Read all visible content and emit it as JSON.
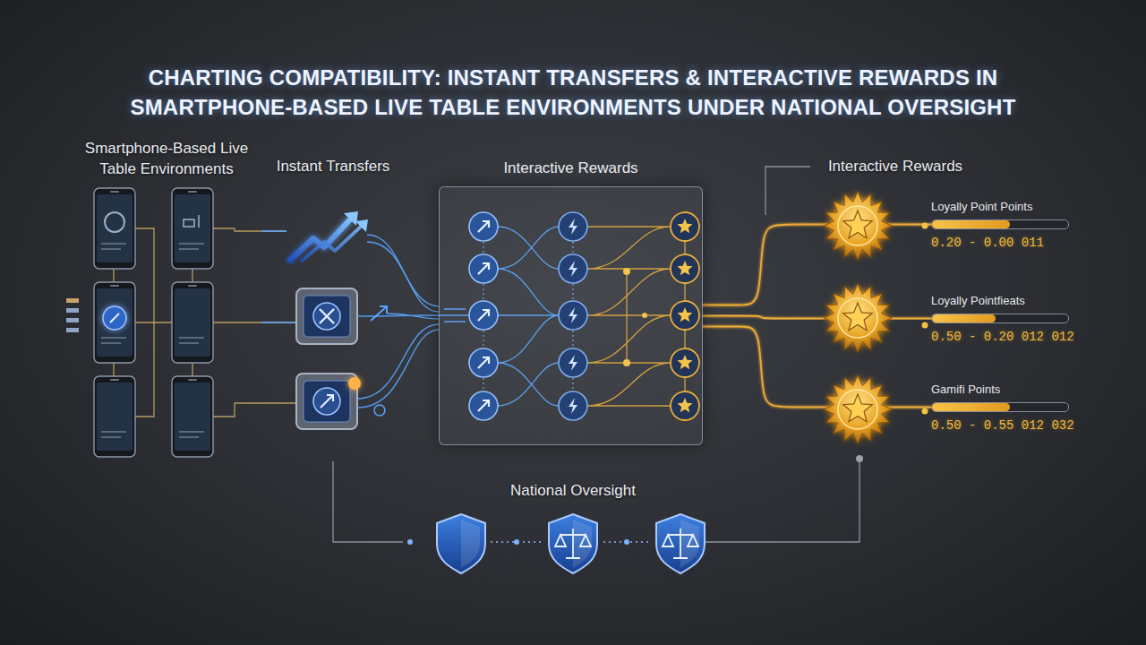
{
  "diagram": {
    "title": "CHARTING COMPATIBILITY: INSTANT TRANSFERS & INTERACTIVE REWARDS IN SMARTPHONE-BASED LIVE TABLE ENVIRONMENTS UNDER NATIONAL OVERSIGHT",
    "nodes": [
      {
        "text": [
          "Interactive Rewards"
        ]
      },
      {
        "text": [
          "Loyally Point Points",
          "0.20 - 0.00 011"
        ]
      },
      {
        "text": [
          "Loyally Pointfieats",
          "0.50 - 0.20 012 012"
        ]
      },
      {
        "text": [
          "Gamifi Points",
          "0.50 - 0.55 012 032"
        ]
      }
    ],
    "edges": [
      {
        "from": 0,
        "to": 1,
        "arrow": "none"
      },
      {
        "from": 0,
        "to": 2,
        "arrow": "none"
      },
      {
        "from": 0,
        "to": 3,
        "arrow": "none"
      }
    ],
    "labels": [
      "Smartphone-Based Live Table Environments",
      "Instant Transfers",
      "Interactive Rewards",
      "National Oversight"
    ]
  }
}
